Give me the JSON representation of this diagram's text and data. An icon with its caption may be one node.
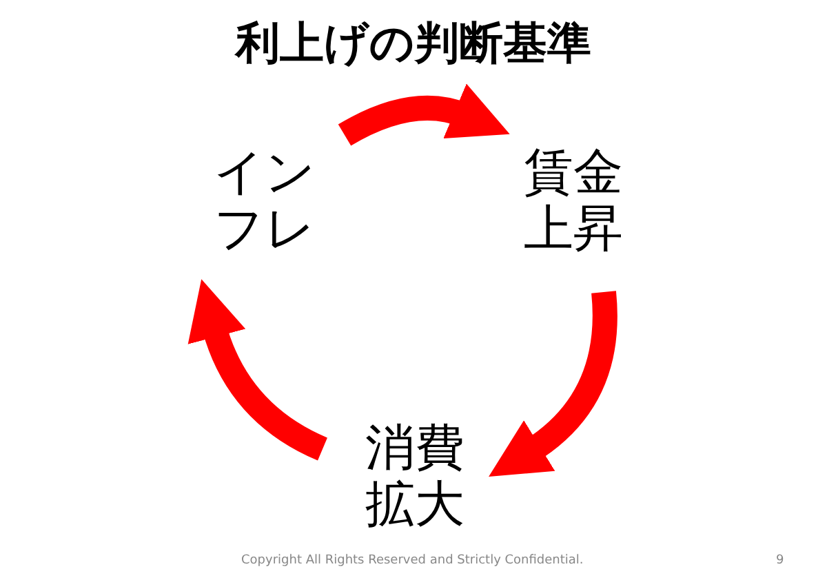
{
  "diagram": {
    "title": "利上げの判断基準",
    "nodes": [
      {
        "text": [
          "インフレ"
        ]
      },
      {
        "text": [
          "賃金上昇"
        ]
      },
      {
        "text": [
          "消費拡大"
        ]
      }
    ],
    "edges": [
      {
        "from": 0,
        "to": 1,
        "arrow": "to"
      },
      {
        "from": 1,
        "to": 2,
        "arrow": "to"
      },
      {
        "from": 2,
        "to": 0,
        "arrow": "to"
      }
    ],
    "labels": [
      "Copyright All Rights Reserved and Strictly Confidential.",
      "9"
    ]
  }
}
